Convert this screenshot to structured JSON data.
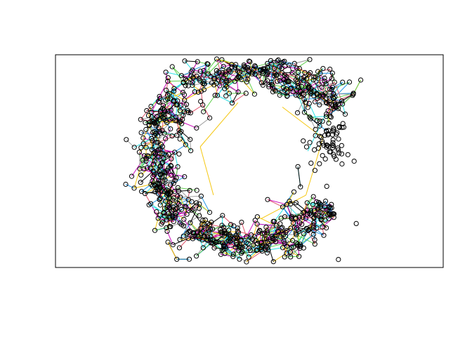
{
  "chart_data": {
    "type": "network",
    "title": "",
    "xlabel": "",
    "ylabel": "",
    "axes_shown": false,
    "grid": false,
    "legend": "none",
    "node_style": "open-circle",
    "node_stroke_color": "#000000",
    "edge_colors": [
      "#DF536B",
      "#61D04F",
      "#2297E6",
      "#28E2E5",
      "#CD0BBC",
      "#F5C710",
      "#9E9E9E",
      "#000000"
    ],
    "layout_shape": "ring",
    "ring": {
      "center": [
        0.0,
        0.0
      ],
      "radius": 1.0,
      "thickness": 0.33,
      "gap_start_deg": -32,
      "gap_end_deg": 28
    },
    "xlim": [
      -2.0,
      2.0
    ],
    "ylim": [
      -1.1,
      1.1
    ],
    "dense_node_count": 820,
    "dense_edge_count": 1650,
    "long_edges": [
      [
        [
          0.35,
          0.55
        ],
        [
          0.78,
          0.2
        ]
      ],
      [
        [
          0.78,
          0.2
        ],
        [
          0.6,
          -0.45
        ]
      ],
      [
        [
          0.6,
          -0.45
        ],
        [
          0.12,
          -0.72
        ]
      ],
      [
        [
          -0.12,
          0.6
        ],
        [
          -0.52,
          0.1
        ]
      ],
      [
        [
          -0.52,
          0.1
        ],
        [
          -0.38,
          -0.45
        ]
      ],
      [
        [
          0.8,
          0.45
        ],
        [
          0.62,
          0.05
        ]
      ]
    ],
    "outlier_nodes": [
      [
        -0.02,
        1.0
      ],
      [
        0.82,
        -0.35
      ],
      [
        -0.95,
        -0.32
      ],
      [
        -0.1,
        -1.02
      ],
      [
        0.28,
        -0.98
      ],
      [
        0.45,
        -0.72
      ]
    ]
  }
}
